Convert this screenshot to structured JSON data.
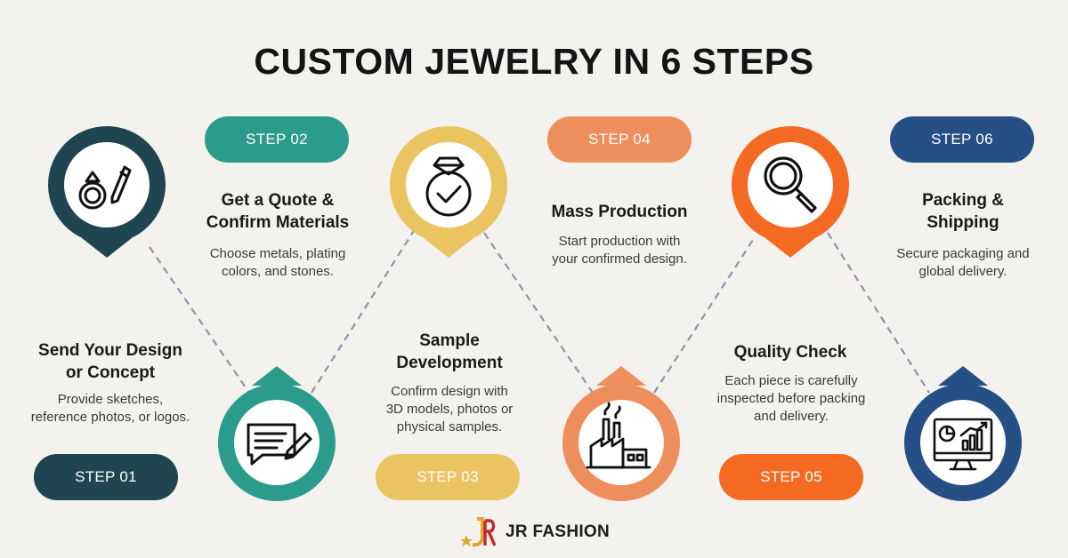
{
  "title": "CUSTOM JEWELRY IN 6 STEPS",
  "colors": {
    "step1": "#1f4551",
    "step2": "#2b9b8b",
    "step3": "#ebc462",
    "step4": "#ee8e5c",
    "step5": "#f46a22",
    "step6": "#264f85"
  },
  "steps": [
    {
      "label": "STEP 01",
      "title_line1": "Send Your Design",
      "title_line2": "or Concept",
      "desc_line1": "Provide sketches,",
      "desc_line2": "reference photos, or logos.",
      "desc_line3": "",
      "icon": "design-sketch-icon"
    },
    {
      "label": "STEP 02",
      "title_line1": "Get a Quote &",
      "title_line2": "Confirm Materials",
      "desc_line1": "Choose metals, plating",
      "desc_line2": "colors, and stones.",
      "desc_line3": "",
      "icon": "quote-document-icon"
    },
    {
      "label": "STEP 03",
      "title_line1": "Sample",
      "title_line2": "Development",
      "desc_line1": "Confirm design with",
      "desc_line2": "3D models, photos or",
      "desc_line3": "physical samples.",
      "icon": "ring-check-icon"
    },
    {
      "label": "STEP 04",
      "title_line1": "Mass Production",
      "title_line2": "",
      "desc_line1": "Start production with",
      "desc_line2": "your confirmed design.",
      "desc_line3": "",
      "icon": "factory-icon"
    },
    {
      "label": "STEP 05",
      "title_line1": "Quality Check",
      "title_line2": "",
      "desc_line1": "Each piece is carefully",
      "desc_line2": "inspected before packing",
      "desc_line3": "and delivery.",
      "icon": "magnifier-icon"
    },
    {
      "label": "STEP 06",
      "title_line1": "Packing &",
      "title_line2": "Shipping",
      "desc_line1": "Secure packaging and",
      "desc_line2": "global delivery.",
      "desc_line3": "",
      "icon": "analytics-monitor-icon"
    }
  ],
  "brand": {
    "name": "JR FASHION",
    "logo_text": "JR"
  }
}
